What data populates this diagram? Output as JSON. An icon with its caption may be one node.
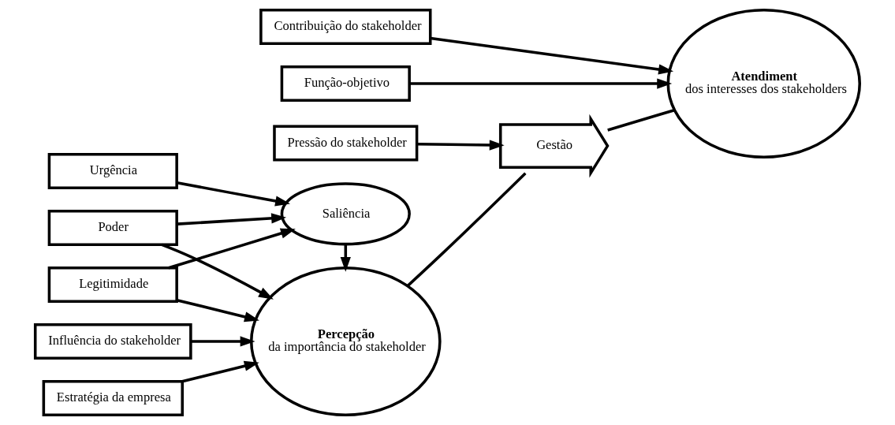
{
  "diagram": {
    "nodes": [
      {
        "text": [
          "Estratégia da empresa"
        ]
      },
      {
        "text": [
          "Influência do stakeholder"
        ]
      },
      {
        "text": [
          "Poder"
        ]
      },
      {
        "text": [
          "Legitimidade"
        ]
      },
      {
        "text": [
          "Urgência"
        ]
      },
      {
        "text": [
          "Percepção",
          "da importância do stakeholder"
        ]
      },
      {
        "text": [
          "Saliência"
        ]
      },
      {
        "text": [
          "Pressão do stakeholder"
        ]
      },
      {
        "text": [
          "Gestão"
        ]
      },
      {
        "text": [
          "Atendiment",
          "dos interesses dos stakeholders"
        ]
      },
      {
        "text": [
          "Contribuição do stakeholder"
        ]
      },
      {
        "text": [
          "Função-objetivo"
        ]
      }
    ],
    "edges": [
      {
        "from": 0,
        "to": 5,
        "arrow": "to"
      },
      {
        "from": 1,
        "to": 5,
        "arrow": "to"
      },
      {
        "from": 2,
        "to": 5,
        "arrow": "to"
      },
      {
        "from": 2,
        "to": 6,
        "arrow": "to"
      },
      {
        "from": 3,
        "to": 5,
        "arrow": "to"
      },
      {
        "from": 3,
        "to": 6,
        "arrow": "to"
      },
      {
        "from": 4,
        "to": 6,
        "arrow": "to"
      },
      {
        "from": 6,
        "to": 5,
        "arrow": "to"
      },
      {
        "from": 7,
        "to": 8,
        "arrow": "to"
      },
      {
        "from": 5,
        "to": 8,
        "arrow": "none"
      },
      {
        "from": 8,
        "to": 9,
        "arrow": "none"
      },
      {
        "from": 10,
        "to": 9,
        "arrow": "to"
      },
      {
        "from": 11,
        "to": 9,
        "arrow": "to"
      }
    ]
  }
}
